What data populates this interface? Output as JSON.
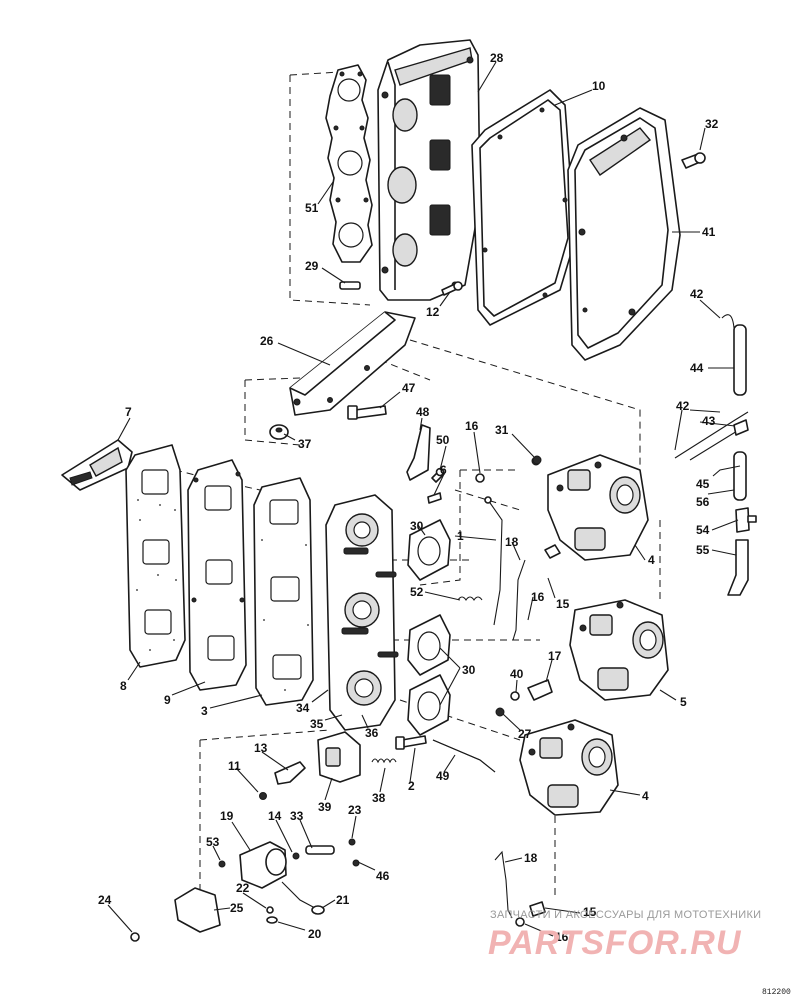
{
  "callouts": [
    {
      "id": "c51",
      "text": "51"
    },
    {
      "id": "c28",
      "text": "28"
    },
    {
      "id": "c10",
      "text": "10"
    },
    {
      "id": "c32",
      "text": "32"
    },
    {
      "id": "c41",
      "text": "41"
    },
    {
      "id": "c29",
      "text": "29"
    },
    {
      "id": "c12",
      "text": "12"
    },
    {
      "id": "c26",
      "text": "26"
    },
    {
      "id": "c42a",
      "text": "42"
    },
    {
      "id": "c44",
      "text": "44"
    },
    {
      "id": "c47",
      "text": "47"
    },
    {
      "id": "c7",
      "text": "7"
    },
    {
      "id": "c48",
      "text": "48"
    },
    {
      "id": "c16a",
      "text": "16"
    },
    {
      "id": "c31",
      "text": "31"
    },
    {
      "id": "c42b",
      "text": "42"
    },
    {
      "id": "c43",
      "text": "43"
    },
    {
      "id": "c37",
      "text": "37"
    },
    {
      "id": "c50",
      "text": "50"
    },
    {
      "id": "c6",
      "text": "6"
    },
    {
      "id": "c45",
      "text": "45"
    },
    {
      "id": "c56",
      "text": "56"
    },
    {
      "id": "c30a",
      "text": "30"
    },
    {
      "id": "c1",
      "text": "1"
    },
    {
      "id": "c18a",
      "text": "18"
    },
    {
      "id": "c4a",
      "text": "4"
    },
    {
      "id": "c54",
      "text": "54"
    },
    {
      "id": "c55",
      "text": "55"
    },
    {
      "id": "c52",
      "text": "52"
    },
    {
      "id": "c16b",
      "text": "16"
    },
    {
      "id": "c15a",
      "text": "15"
    },
    {
      "id": "c30b",
      "text": "30"
    },
    {
      "id": "c17",
      "text": "17"
    },
    {
      "id": "c8",
      "text": "8"
    },
    {
      "id": "c9",
      "text": "9"
    },
    {
      "id": "c3",
      "text": "3"
    },
    {
      "id": "c40",
      "text": "40"
    },
    {
      "id": "c5",
      "text": "5"
    },
    {
      "id": "c34",
      "text": "34"
    },
    {
      "id": "c35",
      "text": "35"
    },
    {
      "id": "c36",
      "text": "36"
    },
    {
      "id": "c27",
      "text": "27"
    },
    {
      "id": "c13",
      "text": "13"
    },
    {
      "id": "c11",
      "text": "11"
    },
    {
      "id": "c49",
      "text": "49"
    },
    {
      "id": "c2",
      "text": "2"
    },
    {
      "id": "c38",
      "text": "38"
    },
    {
      "id": "c39",
      "text": "39"
    },
    {
      "id": "c4b",
      "text": "4"
    },
    {
      "id": "c19",
      "text": "19"
    },
    {
      "id": "c14",
      "text": "14"
    },
    {
      "id": "c33",
      "text": "33"
    },
    {
      "id": "c23",
      "text": "23"
    },
    {
      "id": "c53",
      "text": "53"
    },
    {
      "id": "c46",
      "text": "46"
    },
    {
      "id": "c18b",
      "text": "18"
    },
    {
      "id": "c24",
      "text": "24"
    },
    {
      "id": "c25",
      "text": "25"
    },
    {
      "id": "c22",
      "text": "22"
    },
    {
      "id": "c21",
      "text": "21"
    },
    {
      "id": "c20",
      "text": "20"
    },
    {
      "id": "c15b",
      "text": "15"
    },
    {
      "id": "c16c",
      "text": "16"
    }
  ],
  "watermark": {
    "caption": "ЗАПЧАСТИ И АКСЕССУАРЫ ДЛЯ МОТОТЕХНИКИ",
    "brand": "PARTSFOR.RU"
  },
  "figure_code": "812200"
}
